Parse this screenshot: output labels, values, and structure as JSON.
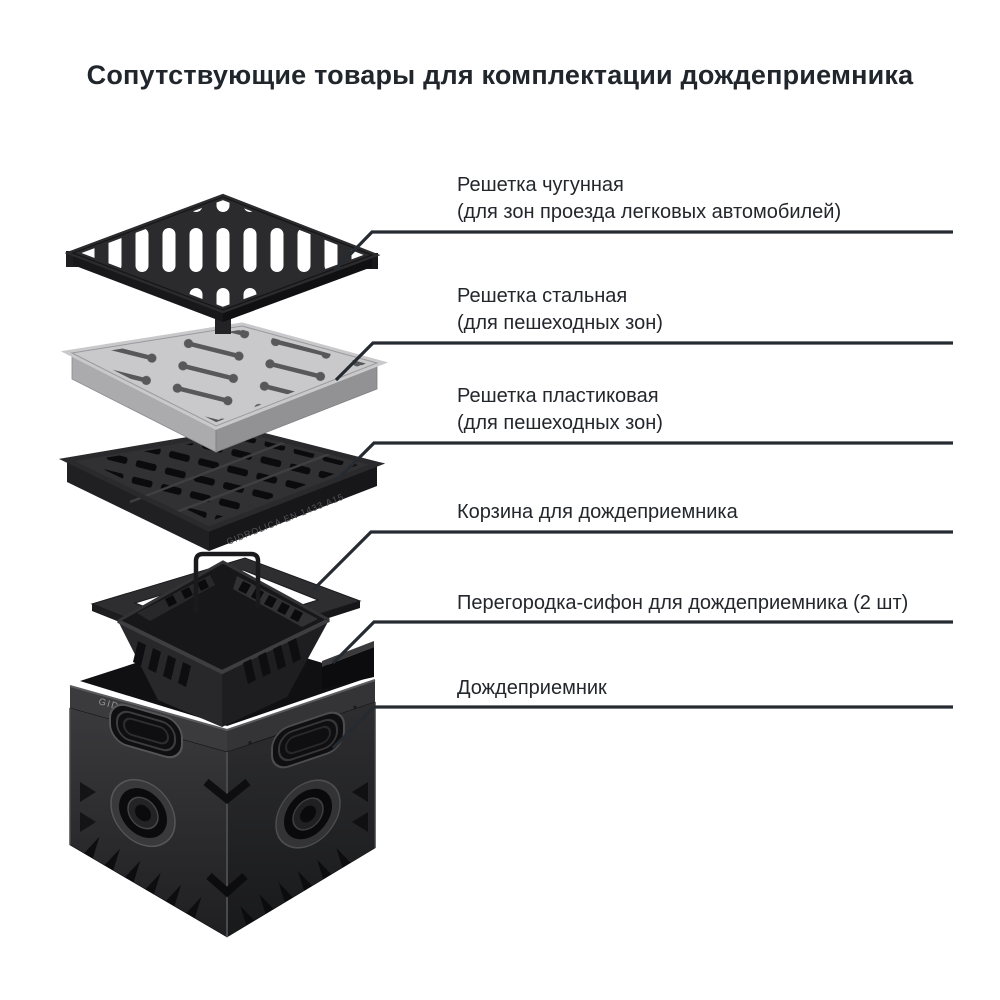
{
  "title": "Сопутствующие товары для комплектации дождеприемника",
  "callouts": [
    {
      "label": "Решетка чугунная",
      "sublabel": "(для зон проезда легковых автомобилей)"
    },
    {
      "label": "Решетка стальная",
      "sublabel": "(для пешеходных зон)"
    },
    {
      "label": "Решетка пластиковая",
      "sublabel": "(для пешеходных зон)"
    },
    {
      "label": "Корзина для дождеприемника",
      "sublabel": ""
    },
    {
      "label": "Перегородка-сифон для дождеприемника (2 шт)",
      "sublabel": ""
    },
    {
      "label": "Дождеприемник",
      "sublabel": ""
    }
  ],
  "illustration": {
    "body_brand_embossed": "GIDROLICA",
    "grate_embossed": "GIDROLICA EN 1433 A15",
    "colors": {
      "cast_iron_grate": "#2b2b2d",
      "steel_grate": "#c9c9cb",
      "plastic_grate": "#313134",
      "drain_body": "#2e2e31",
      "leader_line": "#262b31",
      "label_text": "#23272c",
      "background": "#ffffff"
    }
  }
}
